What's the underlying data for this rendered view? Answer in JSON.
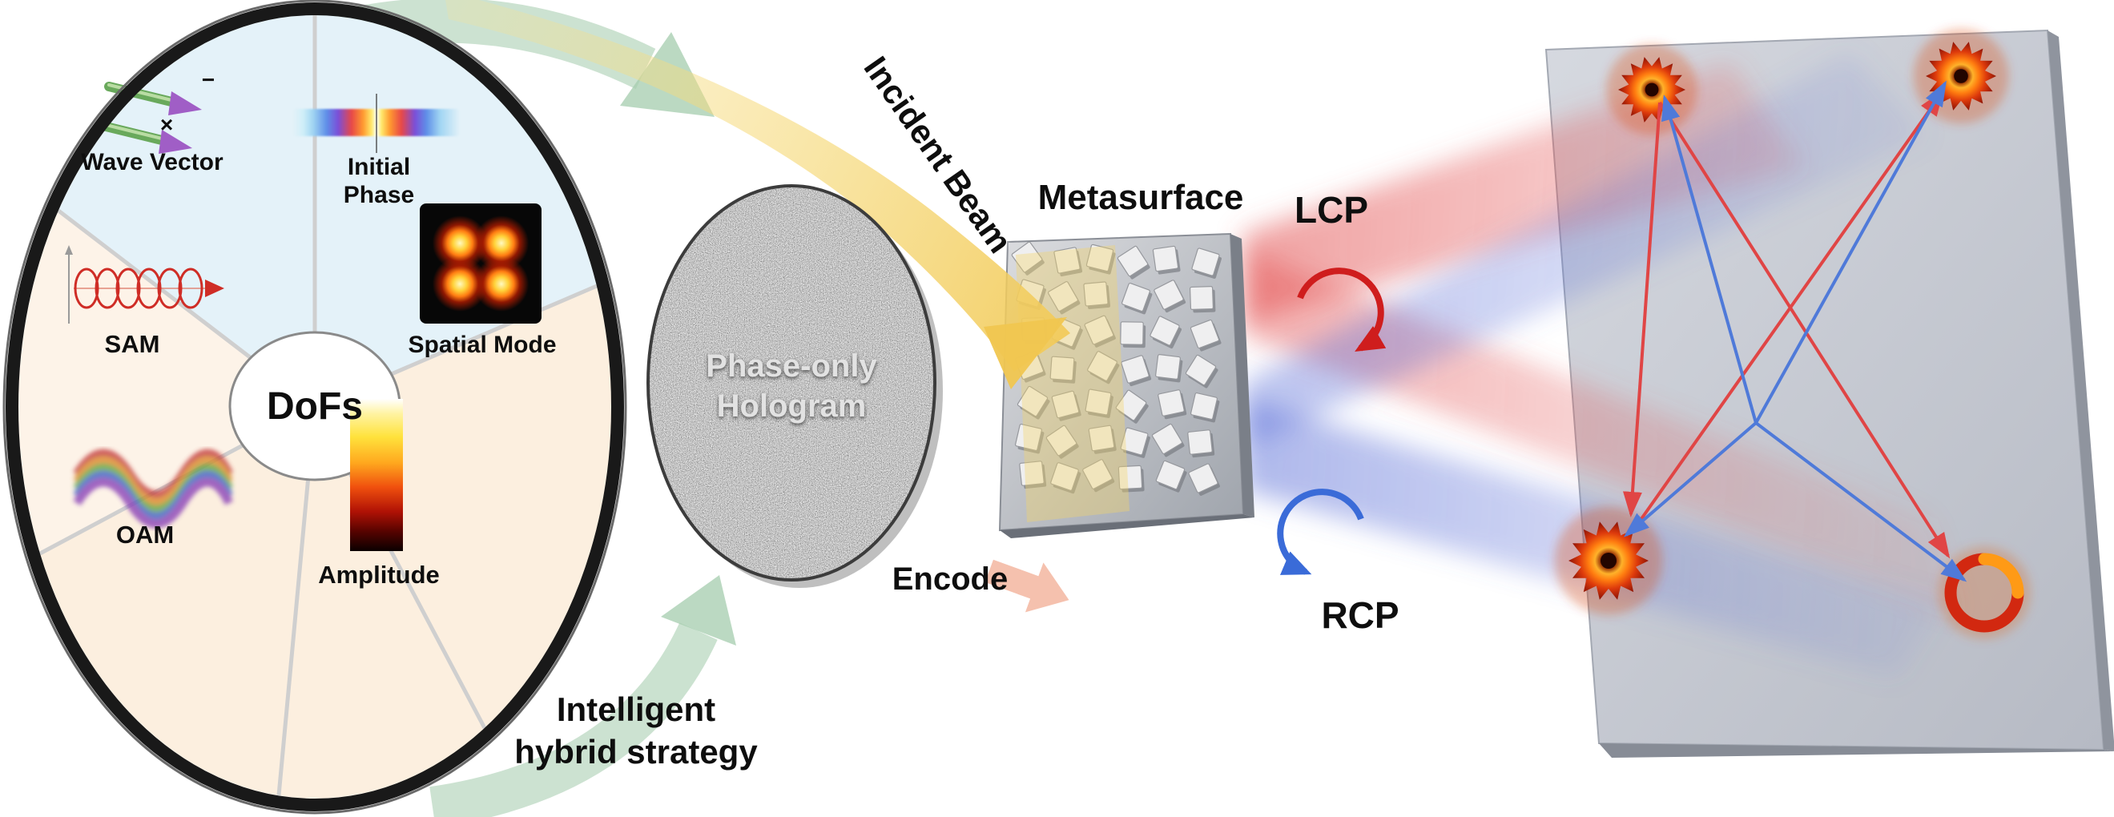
{
  "figure": {
    "wheel": {
      "center_label": "DoFs",
      "sectors": [
        {
          "id": "wave-vector",
          "label": "Wave Vector"
        },
        {
          "id": "initial-phase",
          "label": "Initial Phase"
        },
        {
          "id": "sam",
          "label": "SAM"
        },
        {
          "id": "spatial-mode",
          "label": "Spatial Mode"
        },
        {
          "id": "oam",
          "label": "OAM"
        },
        {
          "id": "amplitude",
          "label": "Amplitude"
        }
      ],
      "wave_vector_marks": {
        "minus": "−",
        "times": "×"
      }
    },
    "hologram": {
      "line1": "Phase-only",
      "line2": "Hologram"
    },
    "labels": {
      "incident_beam": "Incident Beam",
      "encode": "Encode",
      "metasurface": "Metasurface",
      "lcp": "LCP",
      "rcp": "RCP",
      "strategy_line1": "Intelligent",
      "strategy_line2": "hybrid strategy"
    },
    "colors": {
      "lcp_red": "#cf1d1d",
      "rcp_blue": "#3a6bd8",
      "incident_yellow": "#f2cd5f",
      "strategy_green": "#9ac6a4",
      "sector_blue": "#e4f2f9",
      "sector_peach": "#fcefdf"
    }
  }
}
